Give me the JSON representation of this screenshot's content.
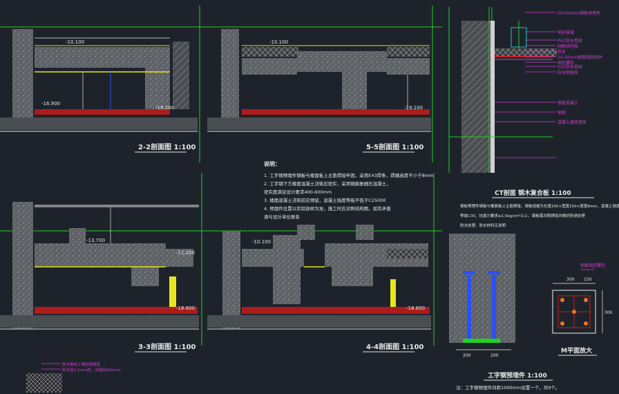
{
  "colors": {
    "background": "#1e232b",
    "green": "#1fd21f",
    "white": "#e8e8e8",
    "magenta": "#d23cd2",
    "yellow": "#e6e61e",
    "red": "#c81e1e",
    "cyan": "#1ec8c8",
    "blue": "#2850ff",
    "orange": "#e67828",
    "concrete": "#8a8a8a",
    "darkfill": "#4a4d52"
  },
  "sections": {
    "s22_top": "2-2剖面图 1:100",
    "s55": "5-5剖面图 1:100",
    "s33": "3-3剖面图 1:100",
    "s44": "4-4剖面图 1:100"
  },
  "details": {
    "ct_joint": "CT剖面 钢木复合板 1:100",
    "embed_part": "工字钢预埋件 1:100",
    "m_plan": "M平面放大"
  },
  "notes": {
    "header": "说明：",
    "items": [
      "1.  工字钢预埋件钢板与楼面板上主筋焊接牢固，采用E43焊条，焊缝高度不小于8mm",
      "2.  工字钢下方楼面混凝土浇筑应密实，采用微膨胀细石混凝土，",
      "    密实度满足设计要求400-600mm",
      "3.  楼面混凝土浇筑前应预留，混凝土强度等级不低于C25000",
      "4.  预埋件位置以实际放样为准，施工时应对照结构图，如有矛盾",
      "    请与设计单位联系"
    ]
  },
  "ct_labels": [
    "50×50mm钢板预埋件",
    "钢化玻璃",
    "PVC防水卷材",
    "硅酮结构胶",
    "胶条",
    "20-50mm钢管结构构件",
    "固定螺栓",
    "PVC防水卷材",
    "防水钢板层",
    "钢筋混凝土",
    "钢骨",
    "混凝土建筑墙体"
  ],
  "ct_paragraph": [
    "钢板预埋件钢板与楼面板上主筋焊接，钢板规格为长度200×宽度150×厚度8mm，混凝土强度",
    "等级C30，抗拔力要求≥1.5kg/cm²以上，钢板需对照焊接并做好防锈处理",
    "防水处理，防水材料见说明"
  ],
  "embed_note": "注：工字钢预埋件间距1000mm设置一个，共9个。",
  "m_plan_label": "钢板固定螺栓",
  "dim_labels": {
    "m1": "300",
    "m2": "300",
    "m3": "150",
    "e1": "200",
    "e2": "200"
  },
  "legend": [
    "防水卷材上铺设隔离层",
    "防水层1.5mm厚，沿墙高300mm"
  ],
  "elev": {
    "a": "-10.100",
    "b": "-16.900",
    "c": "-19.100",
    "d": "-18.600",
    "e": "-13.700",
    "f": "-11.200"
  }
}
